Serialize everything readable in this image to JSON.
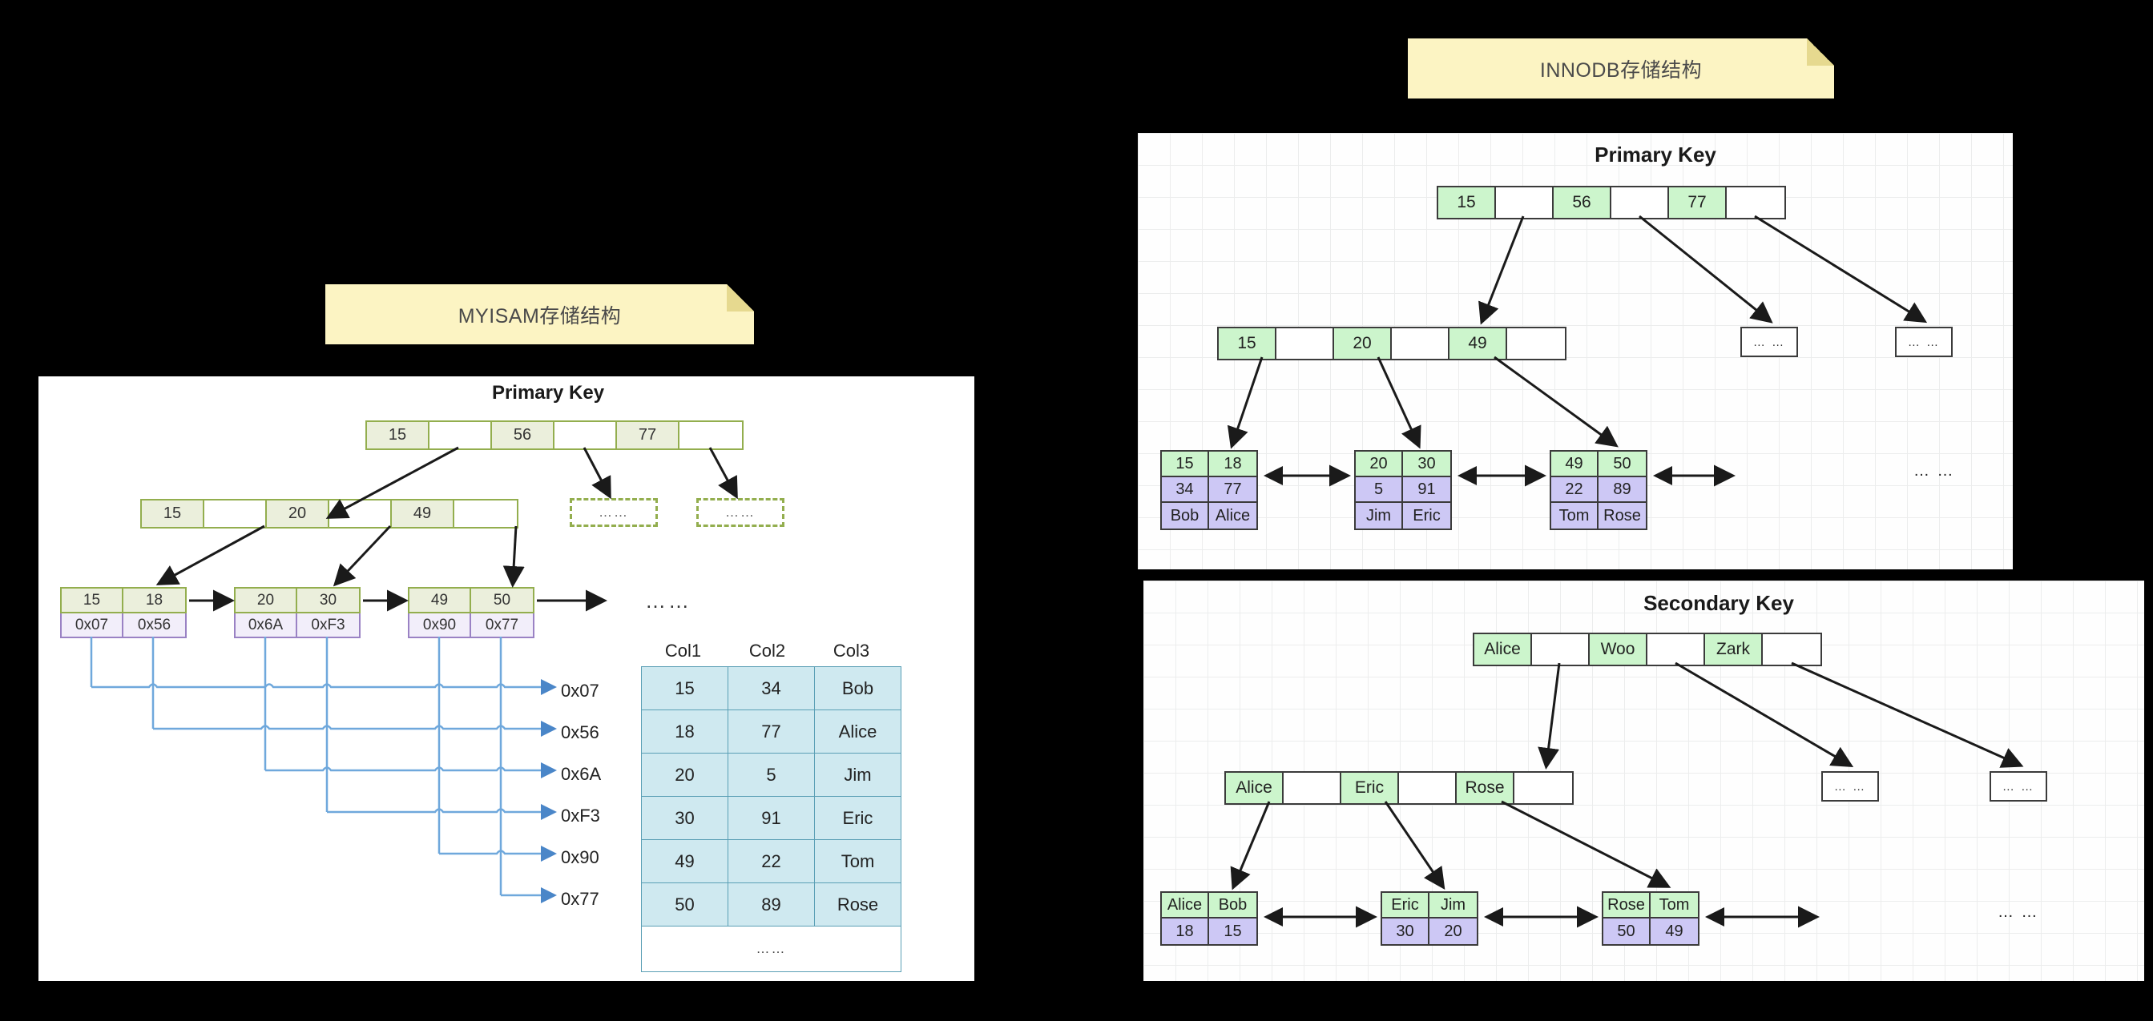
{
  "banners": {
    "myisam": "MYISAM存储结构",
    "innodb": "INNODB存储结构"
  },
  "myisam": {
    "title": "Primary Key",
    "root": [
      "15",
      "",
      "56",
      "",
      "77",
      ""
    ],
    "level2": [
      "15",
      "",
      "20",
      "",
      "49",
      ""
    ],
    "leaves": [
      {
        "keys": [
          "15",
          "18"
        ],
        "ptrs": [
          "0x07",
          "0x56"
        ]
      },
      {
        "keys": [
          "20",
          "30"
        ],
        "ptrs": [
          "0x6A",
          "0xF3"
        ]
      },
      {
        "keys": [
          "49",
          "50"
        ],
        "ptrs": [
          "0x90",
          "0x77"
        ]
      }
    ],
    "dash_boxes": [
      "……",
      "……"
    ],
    "ellipsis": "……",
    "pointer_labels": [
      "0x07",
      "0x56",
      "0x6A",
      "0xF3",
      "0x90",
      "0x77"
    ],
    "table": {
      "headers": [
        "Col1",
        "Col2",
        "Col3"
      ],
      "rows": [
        [
          "15",
          "34",
          "Bob"
        ],
        [
          "18",
          "77",
          "Alice"
        ],
        [
          "20",
          "5",
          "Jim"
        ],
        [
          "30",
          "91",
          "Eric"
        ],
        [
          "49",
          "22",
          "Tom"
        ],
        [
          "50",
          "89",
          "Rose"
        ]
      ],
      "footer": "……"
    }
  },
  "innodb_primary": {
    "title": "Primary Key",
    "root": [
      "15",
      "",
      "56",
      "",
      "77",
      ""
    ],
    "level2": [
      "15",
      "",
      "20",
      "",
      "49",
      ""
    ],
    "level2_dots": [
      "… …",
      "… …"
    ],
    "leaves": [
      {
        "keys": [
          "15",
          "18"
        ],
        "col2": [
          "34",
          "77"
        ],
        "col3": [
          "Bob",
          "Alice"
        ]
      },
      {
        "keys": [
          "20",
          "30"
        ],
        "col2": [
          "5",
          "91"
        ],
        "col3": [
          "Jim",
          "Eric"
        ]
      },
      {
        "keys": [
          "49",
          "50"
        ],
        "col2": [
          "22",
          "89"
        ],
        "col3": [
          "Tom",
          "Rose"
        ]
      }
    ],
    "tail_dots": "… …"
  },
  "innodb_secondary": {
    "title": "Secondary Key",
    "root": [
      "Alice",
      "",
      "Woo",
      "",
      "Zark",
      ""
    ],
    "level2": [
      "Alice",
      "",
      "Eric",
      "",
      "Rose",
      ""
    ],
    "level2_dots": [
      "… …",
      "… …"
    ],
    "leaves": [
      {
        "keys": [
          "Alice",
          "Bob"
        ],
        "vals": [
          "18",
          "15"
        ]
      },
      {
        "keys": [
          "Eric",
          "Jim"
        ],
        "vals": [
          "30",
          "20"
        ]
      },
      {
        "keys": [
          "Rose",
          "Tom"
        ],
        "vals": [
          "50",
          "49"
        ]
      }
    ],
    "tail_dots": "… …"
  },
  "colors": {
    "banner_bg": "#fcf4c3",
    "myisam_key": "#ebefdc",
    "myisam_border": "#93ae4e",
    "myisam_ptr": "#f2eefa",
    "myisam_ptr_border": "#9a82c4",
    "table_cell": "#cfe9f0",
    "table_border": "#5a9fb5",
    "innodb_key": "#ccf5cc",
    "innodb_val": "#cdc8f5",
    "innodb_border": "#3b3b3b",
    "connector_blue": "#6fa8dc"
  }
}
